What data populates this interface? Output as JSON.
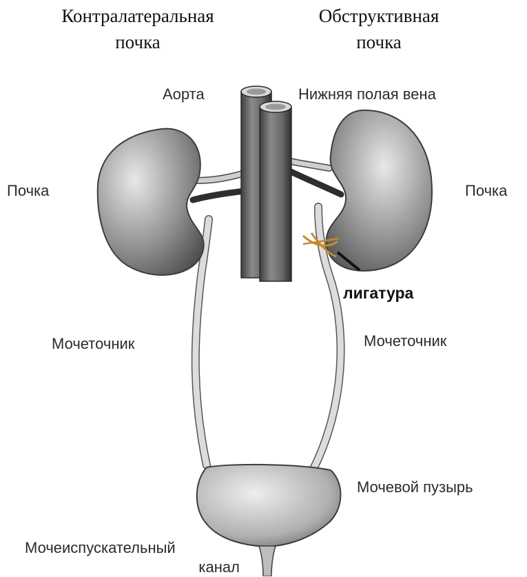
{
  "headers": {
    "left_line1": "Контралатеральная",
    "left_line2": "почка",
    "right_line1": "Обструктивная",
    "right_line2": "почка"
  },
  "labels": {
    "aorta": "Аорта",
    "vena_cava": "Нижняя полая вена",
    "kidney_left": "Почка",
    "kidney_right": "Почка",
    "ligature": "лигатура",
    "ureter_left": "Мочеточник",
    "ureter_right": "Мочеточник",
    "bladder": "Мочевой пузырь",
    "urethra_line1": "Мочеиспускательный",
    "urethra_line2": "канал"
  },
  "colors": {
    "kidney": "#8a8a8a",
    "vessel": "#5a5a5a",
    "ureter": "#d9d9d9",
    "ligature": "#c8882a",
    "bladder": "#b8b8b8"
  }
}
